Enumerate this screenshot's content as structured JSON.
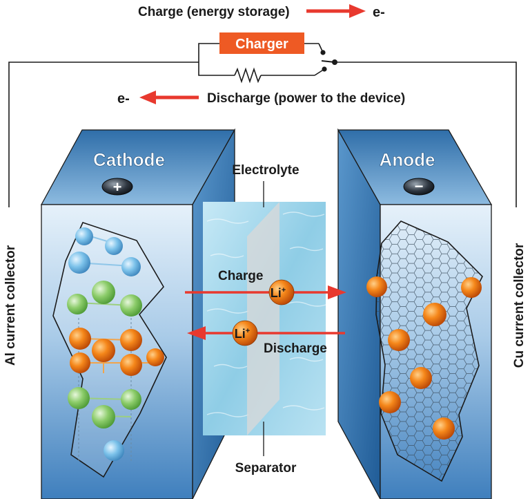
{
  "labels": {
    "charge_title": "Charge (energy storage)",
    "charge_electron": "e-",
    "charger": "Charger",
    "discharge_electron": "e-",
    "discharge_title": "Discharge (power to the device)",
    "cathode": "Cathode",
    "anode": "Anode",
    "cathode_sign": "+",
    "anode_sign": "−",
    "electrolyte": "Electrolyte",
    "separator": "Separator",
    "ion_charge_label": "Charge",
    "ion_discharge_label": "Discharge",
    "ion": "Li",
    "ion_charge_sup": "+",
    "ion_discharge_sup": "+",
    "left_collector": "Al current collector",
    "right_collector": "Cu current collector"
  },
  "colors": {
    "arrow": "#e8392e",
    "charger_box": "#ee5a24",
    "electrode_top": "#3d7fb8",
    "electrode_front": "#7fb1da",
    "electrolyte": "#a8d8ec",
    "li_ion": "#f07a10",
    "blue_atom": "#6bb6e4",
    "green_atom": "#7cc35a"
  }
}
